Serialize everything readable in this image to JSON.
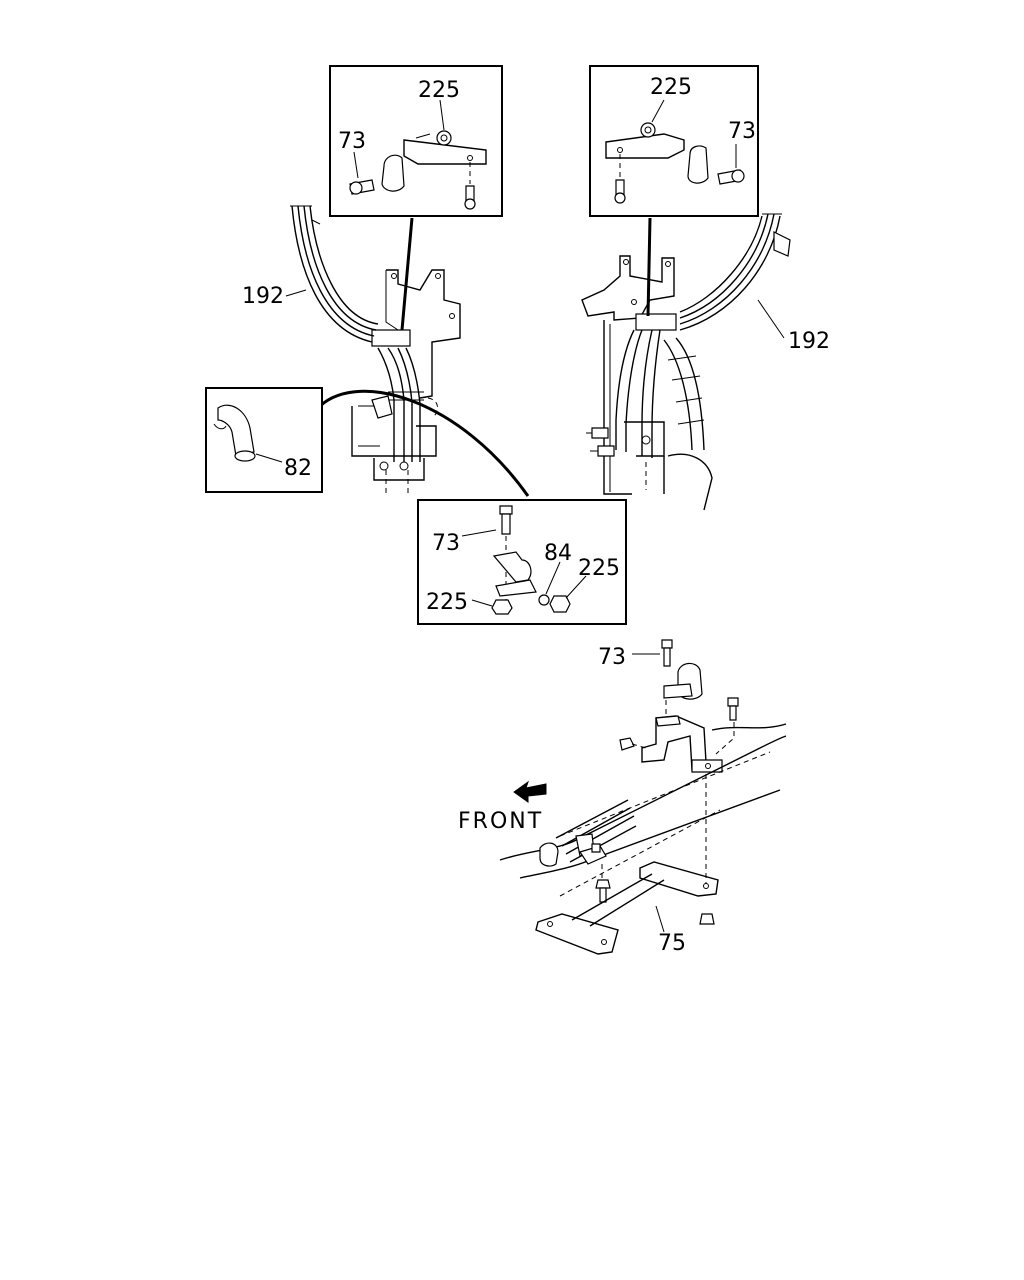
{
  "callouts": {
    "tl_225": "225",
    "tl_73": "73",
    "tr_225": "225",
    "tr_73": "73",
    "left_192": "192",
    "right_192": "192",
    "box_82": "82",
    "c_73": "73",
    "c_84": "84",
    "c_225_right": "225",
    "c_225_left": "225",
    "b_73": "73",
    "b_75": "75"
  },
  "direction_label": "FRONT"
}
